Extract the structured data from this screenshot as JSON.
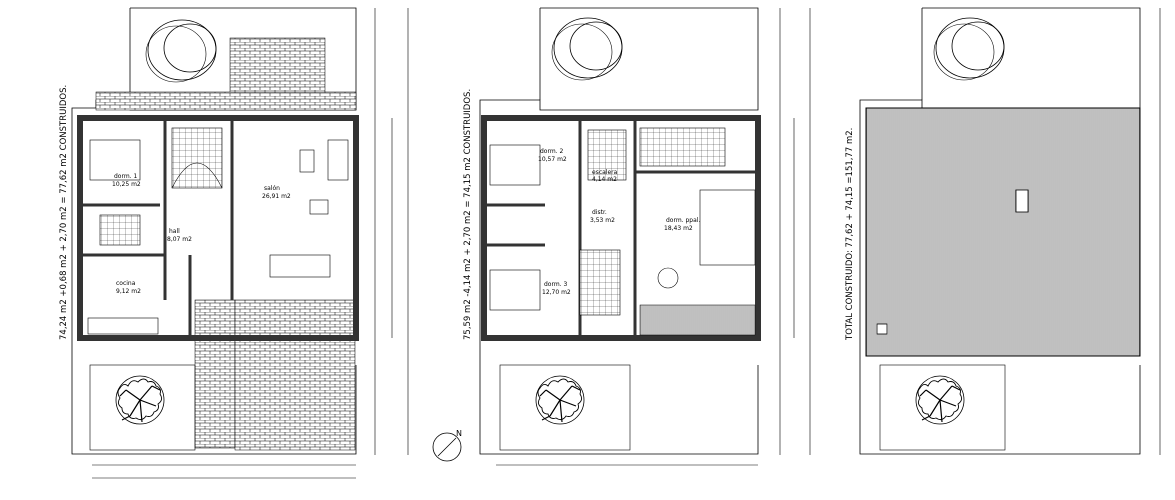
{
  "plan_ground": {
    "caption": "74,24 m2 +0,68 m2 + 2,70 m2 = 77,62 m2 CONSTRUIDOS.",
    "rooms": [
      {
        "id": "dorm1",
        "name": "dorm. 1",
        "area": "10,25 m2"
      },
      {
        "id": "salon",
        "name": "salón",
        "area": "26,91 m2"
      },
      {
        "id": "hall",
        "name": "hall",
        "area": "8,07 m2"
      },
      {
        "id": "cocina",
        "name": "cocina",
        "area": "9,12 m2"
      }
    ]
  },
  "plan_upper": {
    "caption": "75,59 m2 -4,14 m2 + 2,70 m2 = 74,15 m2 CONSTRUIDOS.",
    "rooms": [
      {
        "id": "dorm2",
        "name": "dorm. 2",
        "area": "10,57 m2"
      },
      {
        "id": "escalera",
        "name": "escalera",
        "area": "4,14 m2"
      },
      {
        "id": "distr",
        "name": "distr.",
        "area": "3,53 m2"
      },
      {
        "id": "dormppal",
        "name": "dorm. ppal.",
        "area": "18,43 m2"
      },
      {
        "id": "dorm3",
        "name": "dorm. 3",
        "area": "12,70 m2"
      }
    ]
  },
  "plan_roof": {
    "caption": "TOTAL CONSTRUIDO: 77,62 + 74,15 =151,77 m2."
  },
  "north_label": "N",
  "colors": {
    "line": "#000000",
    "wall_fill": "#333333",
    "background": "#ffffff"
  }
}
